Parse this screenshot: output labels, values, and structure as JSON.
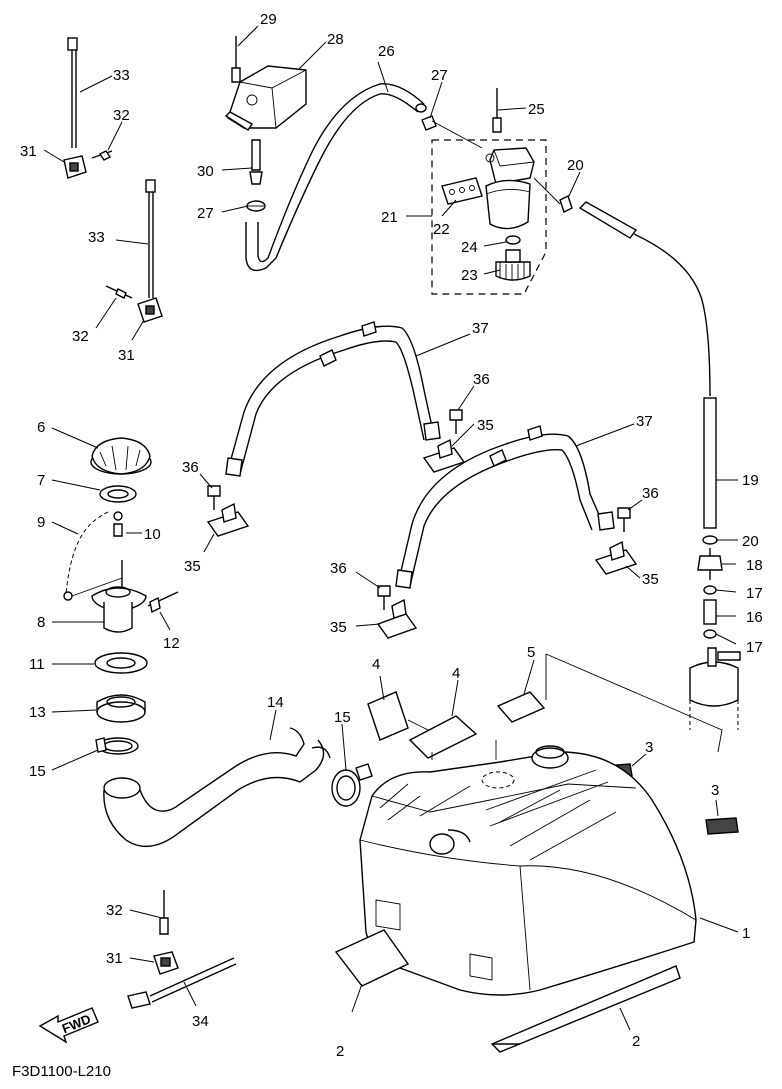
{
  "figure_code": "F3D1100-L210",
  "fwd_label": "FWD",
  "callouts": [
    {
      "label": "1",
      "part": "fuel-tank"
    },
    {
      "label": "2",
      "part": "tank-pad"
    },
    {
      "label": "2",
      "part": "tank-pad"
    },
    {
      "label": "3",
      "part": "damper"
    },
    {
      "label": "3",
      "part": "damper"
    },
    {
      "label": "4",
      "part": "pad"
    },
    {
      "label": "4",
      "part": "pad"
    },
    {
      "label": "5",
      "part": "pad"
    },
    {
      "label": "6",
      "part": "filler-cap"
    },
    {
      "label": "7",
      "part": "gasket"
    },
    {
      "label": "8",
      "part": "filler-neck"
    },
    {
      "label": "9",
      "part": "chain"
    },
    {
      "label": "10",
      "part": "screw"
    },
    {
      "label": "11",
      "part": "gasket"
    },
    {
      "label": "12",
      "part": "rivet"
    },
    {
      "label": "13",
      "part": "nut"
    },
    {
      "label": "14",
      "part": "filler-hose"
    },
    {
      "label": "15",
      "part": "hose-clamp"
    },
    {
      "label": "15",
      "part": "hose-clamp"
    },
    {
      "label": "16",
      "part": "joint"
    },
    {
      "label": "17",
      "part": "clip"
    },
    {
      "label": "17",
      "part": "clip"
    },
    {
      "label": "18",
      "part": "check-valve"
    },
    {
      "label": "19",
      "part": "hose"
    },
    {
      "label": "20",
      "part": "clip"
    },
    {
      "label": "20",
      "part": "clip"
    },
    {
      "label": "21",
      "part": "fuel-filter-assembly"
    },
    {
      "label": "22",
      "part": "bracket"
    },
    {
      "label": "23",
      "part": "filter-cup"
    },
    {
      "label": "24",
      "part": "o-ring"
    },
    {
      "label": "25",
      "part": "rivet"
    },
    {
      "label": "26",
      "part": "fuel-hose"
    },
    {
      "label": "27",
      "part": "clip"
    },
    {
      "label": "27",
      "part": "clip"
    },
    {
      "label": "28",
      "part": "cover"
    },
    {
      "label": "29",
      "part": "rivet"
    },
    {
      "label": "30",
      "part": "collar"
    },
    {
      "label": "31",
      "part": "holder"
    },
    {
      "label": "31",
      "part": "holder"
    },
    {
      "label": "31",
      "part": "holder"
    },
    {
      "label": "32",
      "part": "rivet"
    },
    {
      "label": "32",
      "part": "rivet"
    },
    {
      "label": "32",
      "part": "rivet"
    },
    {
      "label": "33",
      "part": "band"
    },
    {
      "label": "33",
      "part": "band"
    },
    {
      "label": "34",
      "part": "band"
    },
    {
      "label": "35",
      "part": "bracket"
    },
    {
      "label": "35",
      "part": "bracket"
    },
    {
      "label": "35",
      "part": "bracket"
    },
    {
      "label": "35",
      "part": "bracket"
    },
    {
      "label": "36",
      "part": "bolt"
    },
    {
      "label": "36",
      "part": "bolt"
    },
    {
      "label": "36",
      "part": "bolt"
    },
    {
      "label": "36",
      "part": "bolt"
    },
    {
      "label": "37",
      "part": "tank-band"
    },
    {
      "label": "37",
      "part": "tank-band"
    }
  ]
}
